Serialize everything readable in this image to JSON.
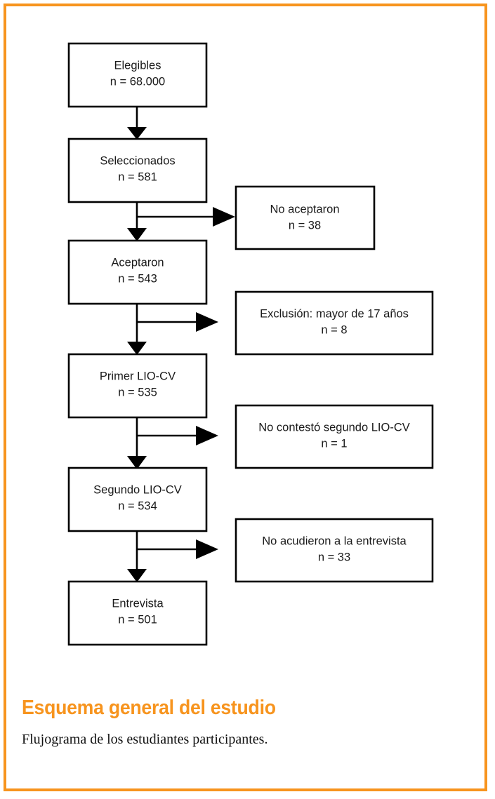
{
  "figure": {
    "title": "Esquema general del estudio",
    "caption": "Flujograma de los estudiantes participantes.",
    "border_color": "#F7941E",
    "title_color": "#F7941E"
  },
  "flowchart": {
    "type": "flowchart",
    "orientation": "vertical-with-right-branches",
    "main_nodes": [
      {
        "id": "elegibles",
        "label": "Elegibles",
        "count_label": "n = 68.000",
        "n": 68000
      },
      {
        "id": "seleccionados",
        "label": "Seleccionados",
        "count_label": "n = 581",
        "n": 581
      },
      {
        "id": "aceptaron",
        "label": "Aceptaron",
        "count_label": "n = 543",
        "n": 543
      },
      {
        "id": "primer-liocv",
        "label": "Primer LIO-CV",
        "count_label": "n = 535",
        "n": 535
      },
      {
        "id": "segundo-liocv",
        "label": "Segundo LIO-CV",
        "count_label": "n = 534",
        "n": 534
      },
      {
        "id": "entrevista",
        "label": "Entrevista",
        "count_label": "n = 501",
        "n": 501
      }
    ],
    "branch_nodes": [
      {
        "id": "no-aceptaron",
        "from": "seleccionados",
        "label": "No aceptaron",
        "count_label": "n = 38",
        "n": 38
      },
      {
        "id": "exclusion-edad",
        "from": "aceptaron",
        "label": "Exclusión: mayor de 17 años",
        "count_label": "n = 8",
        "n": 8
      },
      {
        "id": "no-contesto",
        "from": "primer-liocv",
        "label": "No contestó segundo LIO-CV",
        "count_label": "n = 1",
        "n": 1
      },
      {
        "id": "no-acudieron",
        "from": "segundo-liocv",
        "label": "No acudieron a la entrevista",
        "count_label": "n = 33",
        "n": 33
      }
    ]
  }
}
